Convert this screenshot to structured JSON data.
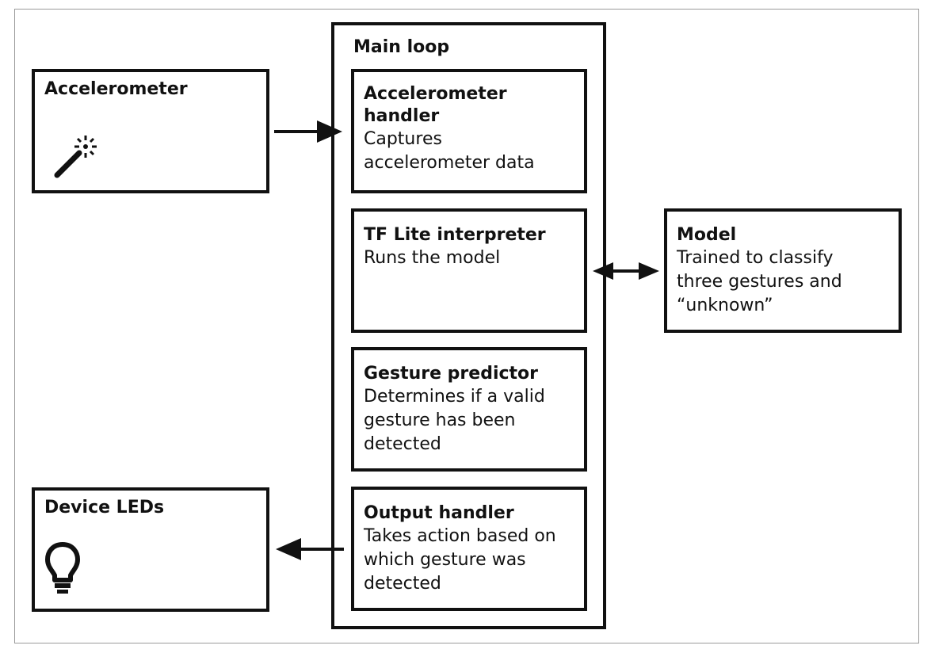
{
  "main_loop": {
    "title": "Main loop"
  },
  "accelerometer": {
    "title": "Accelerometer",
    "icon": "magic-wand-icon"
  },
  "device_leds": {
    "title": "Device LEDs",
    "icon": "lightbulb-icon"
  },
  "model": {
    "title": "Model",
    "desc_lines": [
      "Trained to classify",
      "three gestures and",
      "“unknown”"
    ]
  },
  "handlers": {
    "accelerometer_handler": {
      "title_lines": [
        "Accelerometer",
        "handler"
      ],
      "desc_lines": [
        "Captures",
        "accelerometer data"
      ]
    },
    "tflite_interpreter": {
      "title": "TF Lite interpreter",
      "desc_lines": [
        "Runs the model"
      ]
    },
    "gesture_predictor": {
      "title": "Gesture predictor",
      "desc_lines": [
        "Determines if a valid",
        "gesture has been",
        "detected"
      ]
    },
    "output_handler": {
      "title": "Output handler",
      "desc_lines": [
        "Takes action based on",
        "which gesture was",
        "detected"
      ]
    }
  }
}
